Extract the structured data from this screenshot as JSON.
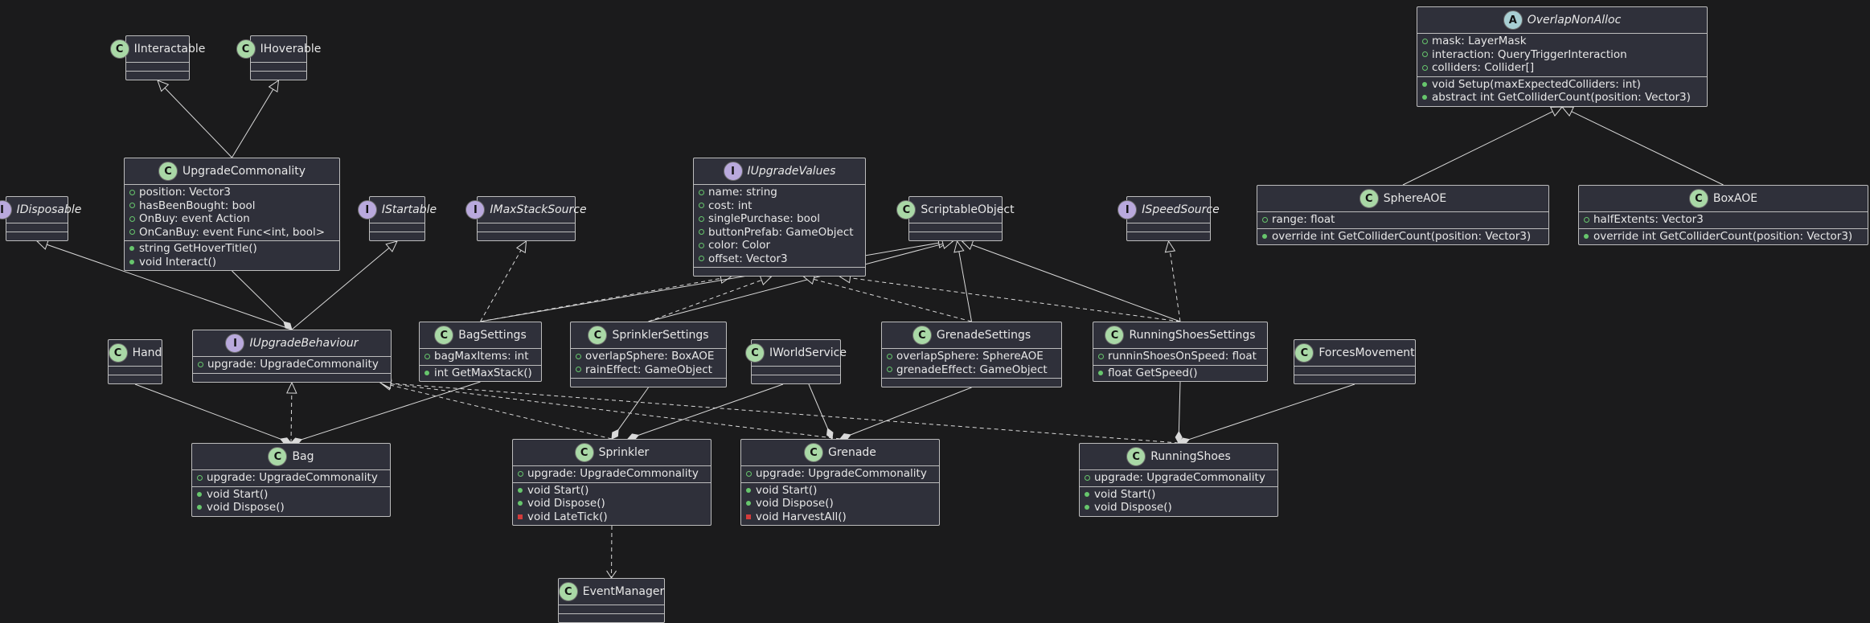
{
  "diagram": {
    "colors": {
      "background": "#1b1b1c",
      "box": "#2f303a",
      "line": "#d9d9d9",
      "class_badge": "#a9d8a6",
      "interface_badge": "#b9a9dd",
      "abstract_badge": "#a8cfd3"
    },
    "nodes": [
      {
        "id": "IInteractable",
        "kind": "class",
        "badge": "C",
        "name": "IInteractable",
        "fields": [],
        "methods": []
      },
      {
        "id": "IHoverable",
        "kind": "class",
        "badge": "C",
        "name": "IHoverable",
        "fields": [],
        "methods": []
      },
      {
        "id": "UpgradeCommonality",
        "kind": "class",
        "badge": "C",
        "name": "UpgradeCommonality",
        "fields": [
          {
            "vis": "field",
            "text": "position: Vector3"
          },
          {
            "vis": "field",
            "text": "hasBeenBought: bool"
          },
          {
            "vis": "field",
            "text": "OnBuy: event Action"
          },
          {
            "vis": "field",
            "text": "OnCanBuy: event Func<int, bool>"
          }
        ],
        "methods": [
          {
            "vis": "public",
            "text": "string GetHoverTitle()"
          },
          {
            "vis": "public",
            "text": "void Interact()"
          }
        ]
      },
      {
        "id": "IDisposable",
        "kind": "interface",
        "badge": "I",
        "name": "IDisposable",
        "fields": [],
        "methods": []
      },
      {
        "id": "IStartable",
        "kind": "interface",
        "badge": "I",
        "name": "IStartable",
        "fields": [],
        "methods": []
      },
      {
        "id": "IMaxStackSource",
        "kind": "interface",
        "badge": "I",
        "name": "IMaxStackSource",
        "fields": [],
        "methods": []
      },
      {
        "id": "IUpgradeValues",
        "kind": "interface",
        "badge": "I",
        "name": "IUpgradeValues",
        "fields": [
          {
            "vis": "field",
            "text": "name: string"
          },
          {
            "vis": "field",
            "text": "cost: int"
          },
          {
            "vis": "field",
            "text": "singlePurchase: bool"
          },
          {
            "vis": "field",
            "text": "buttonPrefab: GameObject"
          },
          {
            "vis": "field",
            "text": "color: Color"
          },
          {
            "vis": "field",
            "text": "offset: Vector3"
          }
        ],
        "methods": []
      },
      {
        "id": "ScriptableObject",
        "kind": "class",
        "badge": "C",
        "name": "ScriptableObject",
        "fields": [],
        "methods": []
      },
      {
        "id": "ISpeedSource",
        "kind": "interface",
        "badge": "I",
        "name": "ISpeedSource",
        "fields": [],
        "methods": []
      },
      {
        "id": "OverlapNonAlloc",
        "kind": "abstract",
        "badge": "A",
        "name": "OverlapNonAlloc",
        "fields": [
          {
            "vis": "field",
            "text": "mask: LayerMask"
          },
          {
            "vis": "field",
            "text": "interaction: QueryTriggerInteraction"
          },
          {
            "vis": "field",
            "text": "colliders: Collider[]"
          }
        ],
        "methods": [
          {
            "vis": "public",
            "text": "void Setup(maxExpectedColliders: int)"
          },
          {
            "vis": "public",
            "text": "abstract int GetColliderCount(position: Vector3)"
          }
        ]
      },
      {
        "id": "SphereAOE",
        "kind": "class",
        "badge": "C",
        "name": "SphereAOE",
        "fields": [
          {
            "vis": "field",
            "text": "range: float"
          }
        ],
        "methods": [
          {
            "vis": "public",
            "text": "override int GetColliderCount(position: Vector3)"
          }
        ]
      },
      {
        "id": "BoxAOE",
        "kind": "class",
        "badge": "C",
        "name": "BoxAOE",
        "fields": [
          {
            "vis": "field",
            "text": "halfExtents: Vector3"
          }
        ],
        "methods": [
          {
            "vis": "public",
            "text": "override int GetColliderCount(position: Vector3)"
          }
        ]
      },
      {
        "id": "Hand",
        "kind": "class",
        "badge": "C",
        "name": "Hand",
        "fields": [],
        "methods": []
      },
      {
        "id": "IUpgradeBehaviour",
        "kind": "interface",
        "badge": "I",
        "name": "IUpgradeBehaviour",
        "fields": [
          {
            "vis": "field",
            "text": "upgrade: UpgradeCommonality"
          }
        ],
        "methods": []
      },
      {
        "id": "BagSettings",
        "kind": "class",
        "badge": "C",
        "name": "BagSettings",
        "fields": [
          {
            "vis": "field",
            "text": "bagMaxItems: int"
          }
        ],
        "methods": [
          {
            "vis": "public",
            "text": "int GetMaxStack()"
          }
        ]
      },
      {
        "id": "SprinklerSettings",
        "kind": "class",
        "badge": "C",
        "name": "SprinklerSettings",
        "fields": [
          {
            "vis": "field",
            "text": "overlapSphere: BoxAOE"
          },
          {
            "vis": "field",
            "text": "rainEffect: GameObject"
          }
        ],
        "methods": []
      },
      {
        "id": "IWorldService",
        "kind": "class",
        "badge": "C",
        "name": "IWorldService",
        "fields": [],
        "methods": []
      },
      {
        "id": "GrenadeSettings",
        "kind": "class",
        "badge": "C",
        "name": "GrenadeSettings",
        "fields": [
          {
            "vis": "field",
            "text": "overlapSphere: SphereAOE"
          },
          {
            "vis": "field",
            "text": "grenadeEffect: GameObject"
          }
        ],
        "methods": []
      },
      {
        "id": "RunningShoesSettings",
        "kind": "class",
        "badge": "C",
        "name": "RunningShoesSettings",
        "fields": [
          {
            "vis": "field",
            "text": "runninShoesOnSpeed: float"
          }
        ],
        "methods": [
          {
            "vis": "public",
            "text": "float GetSpeed()"
          }
        ]
      },
      {
        "id": "ForcesMovement",
        "kind": "class",
        "badge": "C",
        "name": "ForcesMovement",
        "fields": [],
        "methods": []
      },
      {
        "id": "Bag",
        "kind": "class",
        "badge": "C",
        "name": "Bag",
        "fields": [
          {
            "vis": "field",
            "text": "upgrade: UpgradeCommonality"
          }
        ],
        "methods": [
          {
            "vis": "public",
            "text": "void Start()"
          },
          {
            "vis": "public",
            "text": "void Dispose()"
          }
        ]
      },
      {
        "id": "Sprinkler",
        "kind": "class",
        "badge": "C",
        "name": "Sprinkler",
        "fields": [
          {
            "vis": "field",
            "text": "upgrade: UpgradeCommonality"
          }
        ],
        "methods": [
          {
            "vis": "public",
            "text": "void Start()"
          },
          {
            "vis": "public",
            "text": "void Dispose()"
          },
          {
            "vis": "private",
            "text": "void LateTick()"
          }
        ]
      },
      {
        "id": "Grenade",
        "kind": "class",
        "badge": "C",
        "name": "Grenade",
        "fields": [
          {
            "vis": "field",
            "text": "upgrade: UpgradeCommonality"
          }
        ],
        "methods": [
          {
            "vis": "public",
            "text": "void Start()"
          },
          {
            "vis": "public",
            "text": "void Dispose()"
          },
          {
            "vis": "private",
            "text": "void HarvestAll()"
          }
        ]
      },
      {
        "id": "RunningShoes",
        "kind": "class",
        "badge": "C",
        "name": "RunningShoes",
        "fields": [
          {
            "vis": "field",
            "text": "upgrade: UpgradeCommonality"
          }
        ],
        "methods": [
          {
            "vis": "public",
            "text": "void Start()"
          },
          {
            "vis": "public",
            "text": "void Dispose()"
          }
        ]
      },
      {
        "id": "EventManager",
        "kind": "class",
        "badge": "C",
        "name": "EventManager",
        "fields": [],
        "methods": []
      }
    ],
    "edges": [
      {
        "from": "UpgradeCommonality",
        "to": "IInteractable",
        "type": "extends"
      },
      {
        "from": "UpgradeCommonality",
        "to": "IHoverable",
        "type": "extends"
      },
      {
        "from": "IUpgradeBehaviour",
        "to": "IDisposable",
        "type": "extends"
      },
      {
        "from": "IUpgradeBehaviour",
        "to": "IStartable",
        "type": "extends"
      },
      {
        "from": "UpgradeCommonality",
        "to": "IUpgradeBehaviour",
        "type": "composition"
      },
      {
        "from": "BagSettings",
        "to": "IMaxStackSource",
        "type": "implements"
      },
      {
        "from": "BagSettings",
        "to": "IUpgradeValues",
        "type": "implements"
      },
      {
        "from": "BagSettings",
        "to": "ScriptableObject",
        "type": "extends"
      },
      {
        "from": "SprinklerSettings",
        "to": "IUpgradeValues",
        "type": "implements"
      },
      {
        "from": "SprinklerSettings",
        "to": "ScriptableObject",
        "type": "extends"
      },
      {
        "from": "GrenadeSettings",
        "to": "IUpgradeValues",
        "type": "implements"
      },
      {
        "from": "GrenadeSettings",
        "to": "ScriptableObject",
        "type": "extends"
      },
      {
        "from": "RunningShoesSettings",
        "to": "IUpgradeValues",
        "type": "implements"
      },
      {
        "from": "RunningShoesSettings",
        "to": "ScriptableObject",
        "type": "extends"
      },
      {
        "from": "RunningShoesSettings",
        "to": "ISpeedSource",
        "type": "implements"
      },
      {
        "from": "SphereAOE",
        "to": "OverlapNonAlloc",
        "type": "extends"
      },
      {
        "from": "BoxAOE",
        "to": "OverlapNonAlloc",
        "type": "extends"
      },
      {
        "from": "Hand",
        "to": "Bag",
        "type": "composition"
      },
      {
        "from": "BagSettings",
        "to": "Bag",
        "type": "composition"
      },
      {
        "from": "SprinklerSettings",
        "to": "Sprinkler",
        "type": "composition"
      },
      {
        "from": "IWorldService",
        "to": "Sprinkler",
        "type": "composition"
      },
      {
        "from": "IWorldService",
        "to": "Grenade",
        "type": "composition"
      },
      {
        "from": "GrenadeSettings",
        "to": "Grenade",
        "type": "composition"
      },
      {
        "from": "RunningShoesSettings",
        "to": "RunningShoes",
        "type": "composition"
      },
      {
        "from": "ForcesMovement",
        "to": "RunningShoes",
        "type": "composition"
      },
      {
        "from": "Bag",
        "to": "IUpgradeBehaviour",
        "type": "implements"
      },
      {
        "from": "Sprinkler",
        "to": "IUpgradeBehaviour",
        "type": "implements"
      },
      {
        "from": "Grenade",
        "to": "IUpgradeBehaviour",
        "type": "implements"
      },
      {
        "from": "RunningShoes",
        "to": "IUpgradeBehaviour",
        "type": "implements"
      },
      {
        "from": "Sprinkler",
        "to": "EventManager",
        "type": "dependency"
      }
    ]
  }
}
